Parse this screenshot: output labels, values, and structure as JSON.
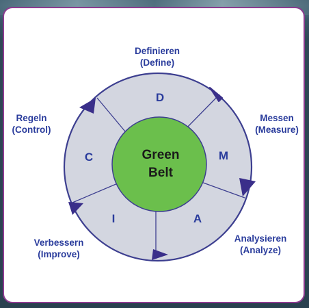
{
  "center": {
    "line1": "Green",
    "line2": "Belt"
  },
  "phases": [
    {
      "letter": "D",
      "label_de": "Definieren",
      "label_en": "(Define)"
    },
    {
      "letter": "M",
      "label_de": "Messen",
      "label_en": "(Measure)"
    },
    {
      "letter": "A",
      "label_de": "Analysieren",
      "label_en": "(Analyze)"
    },
    {
      "letter": "I",
      "label_de": "Verbessern",
      "label_en": "(Improve)"
    },
    {
      "letter": "C",
      "label_de": "Regeln",
      "label_en": "(Control)"
    }
  ],
  "colors": {
    "ring": "#d3d6e0",
    "ring_stroke": "#3d3f90",
    "center_fill": "#6bbf4c",
    "arrow": "#3a2f8a",
    "text": "#2a3c9c",
    "card_border": "#8b3a8f"
  }
}
